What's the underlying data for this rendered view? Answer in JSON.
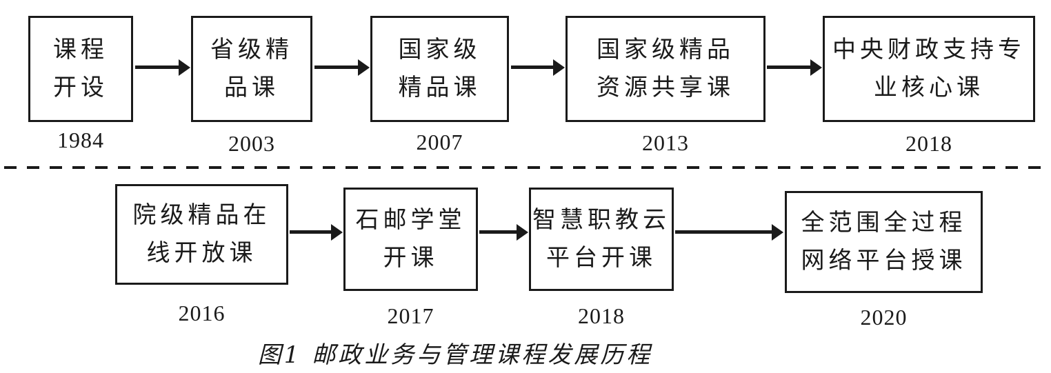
{
  "figure_caption": "图1 邮政业务与管理课程发展历程",
  "colors": {
    "ink": "#1a1a1a",
    "background": "#ffffff"
  },
  "timeline": {
    "rows": [
      {
        "name": "course-milestones",
        "stages": [
          {
            "label": "课程开设",
            "lines": [
              "课程",
              "开设"
            ],
            "year": "1984"
          },
          {
            "label": "省级精品课",
            "lines": [
              "省级精",
              "品课"
            ],
            "year": "2003"
          },
          {
            "label": "国家级精品课",
            "lines": [
              "国家级",
              "精品课"
            ],
            "year": "2007"
          },
          {
            "label": "国家级精品资源共享课",
            "lines": [
              "国家级精品",
              "资源共享课"
            ],
            "year": "2013"
          },
          {
            "label": "中央财政支持专业核心课",
            "lines": [
              "中央财政支持专",
              "业核心课"
            ],
            "year": "2018"
          }
        ]
      },
      {
        "name": "online-platform-milestones",
        "stages": [
          {
            "label": "院级精品在线开放课",
            "lines": [
              "院级精品在",
              "线开放课"
            ],
            "year": "2016"
          },
          {
            "label": "石邮学堂开课",
            "lines": [
              "石邮学堂",
              "开课"
            ],
            "year": "2017"
          },
          {
            "label": "智慧职教云平台开课",
            "lines": [
              "智慧职教云",
              "平台开课"
            ],
            "year": "2018"
          },
          {
            "label": "全范围全过程网络平台授课",
            "lines": [
              "全范围全过程",
              "网络平台授课"
            ],
            "year": "2020"
          }
        ]
      }
    ]
  }
}
